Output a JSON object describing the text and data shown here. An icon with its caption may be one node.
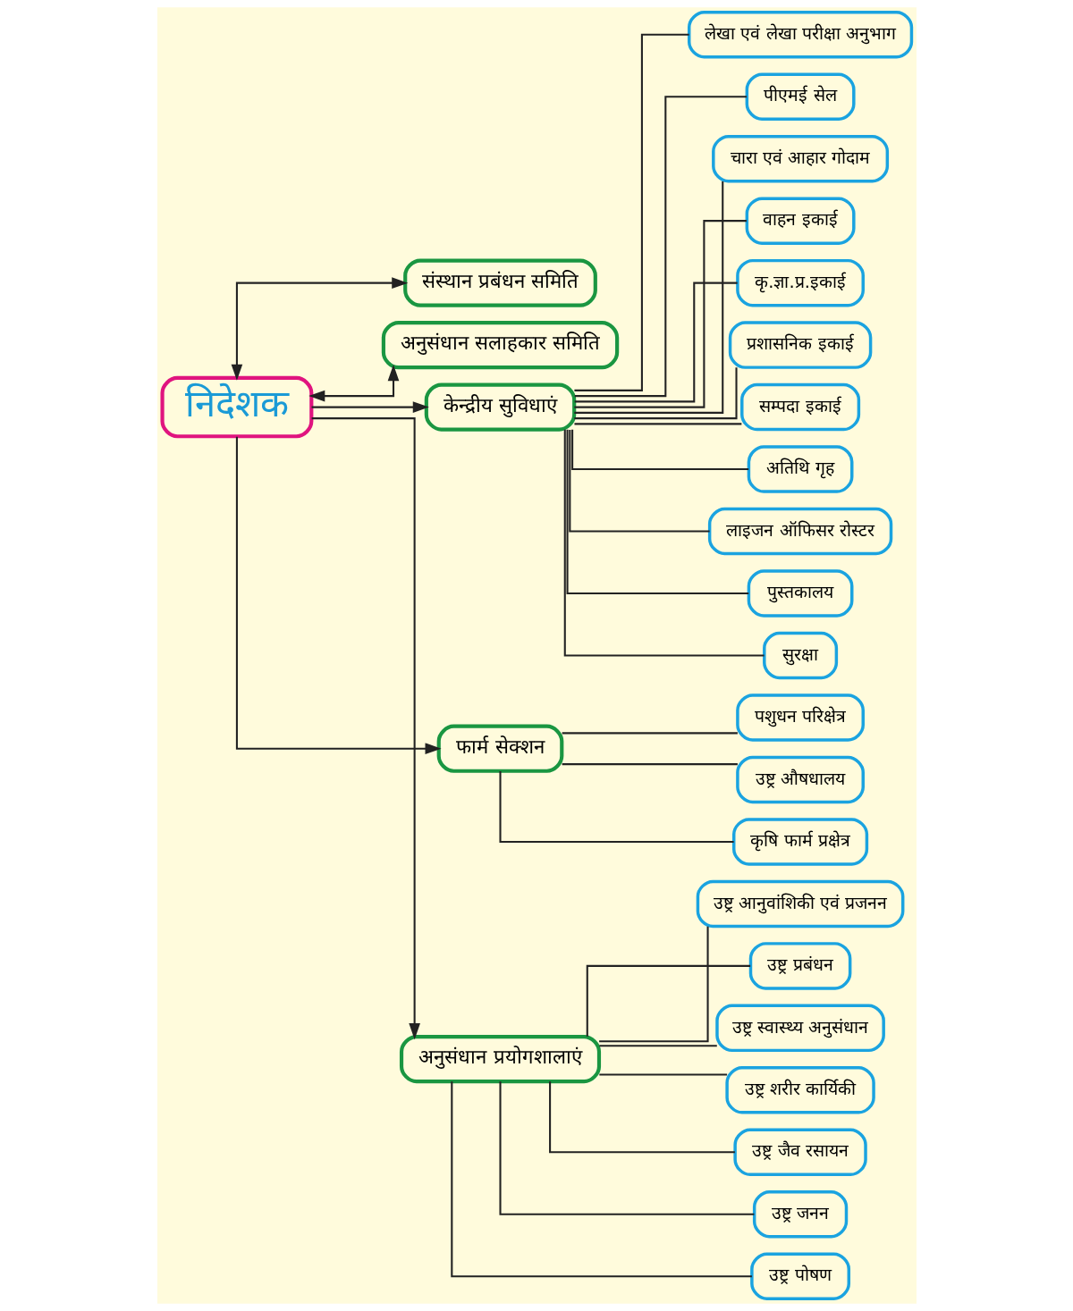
{
  "diagram": {
    "nodes": [
      {
        "text": [
          "निदेशक"
        ]
      },
      {
        "text": [
          "संस्थान प्रबंधन समिति"
        ]
      },
      {
        "text": [
          "अनुसंधान सलाहकार समिति"
        ]
      },
      {
        "text": [
          "केन्द्रीय सुविधाएं"
        ]
      },
      {
        "text": [
          "फार्म सेक्शन"
        ]
      },
      {
        "text": [
          "अनुसंधान प्रयोगशालाएं"
        ]
      },
      {
        "text": [
          "लेखा एवं लेखा परीक्षा अनुभाग"
        ]
      },
      {
        "text": [
          "पीएमई सेल"
        ]
      },
      {
        "text": [
          "चारा एवं आहार गोदाम"
        ]
      },
      {
        "text": [
          "वाहन इकाई"
        ]
      },
      {
        "text": [
          "कृ.ज्ञा.प्र.इकाई"
        ]
      },
      {
        "text": [
          "प्रशासनिक इकाई"
        ]
      },
      {
        "text": [
          "सम्पदा इकाई"
        ]
      },
      {
        "text": [
          "अतिथि गृह"
        ]
      },
      {
        "text": [
          "लाइजन ऑफिसर रोस्टर"
        ]
      },
      {
        "text": [
          "पुस्तकालय"
        ]
      },
      {
        "text": [
          "सुरक्षा"
        ]
      },
      {
        "text": [
          "पशुधन परिक्षेत्र"
        ]
      },
      {
        "text": [
          "उष्ट्र औषधालय"
        ]
      },
      {
        "text": [
          "कृषि फार्म प्रक्षेत्र"
        ]
      },
      {
        "text": [
          "उष्ट्र आनुवांशिकी एवं प्रजनन"
        ]
      },
      {
        "text": [
          "उष्ट्र प्रबंधन"
        ]
      },
      {
        "text": [
          "उष्ट्र स्वास्थ्य अनुसंधान"
        ]
      },
      {
        "text": [
          "उष्ट्र शरीर कार्यिकी"
        ]
      },
      {
        "text": [
          "उष्ट्र जैव रसायन"
        ]
      },
      {
        "text": [
          "उष्ट्र जनन"
        ]
      },
      {
        "text": [
          "उष्ट्र पोषण"
        ]
      }
    ],
    "edges": [
      {
        "from": 0,
        "to": 1,
        "arrow": "both"
      },
      {
        "from": 0,
        "to": 2,
        "arrow": "both"
      },
      {
        "from": 0,
        "to": 3,
        "arrow": "to"
      },
      {
        "from": 0,
        "to": 4,
        "arrow": "to"
      },
      {
        "from": 0,
        "to": 5,
        "arrow": "to"
      },
      {
        "from": 3,
        "to": 6,
        "arrow": "none"
      },
      {
        "from": 3,
        "to": 7,
        "arrow": "none"
      },
      {
        "from": 3,
        "to": 8,
        "arrow": "none"
      },
      {
        "from": 3,
        "to": 9,
        "arrow": "none"
      },
      {
        "from": 3,
        "to": 10,
        "arrow": "none"
      },
      {
        "from": 3,
        "to": 11,
        "arrow": "none"
      },
      {
        "from": 3,
        "to": 12,
        "arrow": "none"
      },
      {
        "from": 3,
        "to": 13,
        "arrow": "none"
      },
      {
        "from": 3,
        "to": 14,
        "arrow": "none"
      },
      {
        "from": 3,
        "to": 15,
        "arrow": "none"
      },
      {
        "from": 3,
        "to": 16,
        "arrow": "none"
      },
      {
        "from": 4,
        "to": 17,
        "arrow": "none"
      },
      {
        "from": 4,
        "to": 18,
        "arrow": "none"
      },
      {
        "from": 4,
        "to": 19,
        "arrow": "none"
      },
      {
        "from": 5,
        "to": 20,
        "arrow": "none"
      },
      {
        "from": 5,
        "to": 21,
        "arrow": "none"
      },
      {
        "from": 5,
        "to": 22,
        "arrow": "none"
      },
      {
        "from": 5,
        "to": 23,
        "arrow": "none"
      },
      {
        "from": 5,
        "to": 24,
        "arrow": "none"
      },
      {
        "from": 5,
        "to": 25,
        "arrow": "none"
      },
      {
        "from": 5,
        "to": 26,
        "arrow": "none"
      }
    ]
  }
}
